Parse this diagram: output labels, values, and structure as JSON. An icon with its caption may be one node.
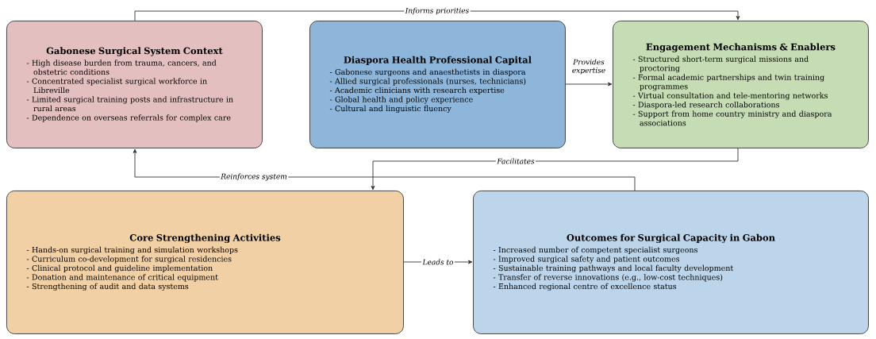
{
  "diagram": {
    "nodes": [
      {
        "text": [
          "Gabonese Surgical System Context",
          "- High disease burden from trauma, cancers, and obstetric conditions",
          "- Concentrated specialist surgical workforce in Libreville",
          "- Limited surgical training posts and infrastructure in rural areas",
          "- Dependence on overseas referrals for complex care"
        ]
      },
      {
        "text": [
          "Diaspora Health Professional Capital",
          "- Gabonese surgeons and anaesthetists in diaspora",
          "- Allied surgical professionals (nurses, technicians)",
          "- Academic clinicians with research expertise",
          "- Global health and policy experience",
          "- Cultural and linguistic fluency"
        ]
      },
      {
        "text": [
          "Engagement Mechanisms & Enablers",
          "- Structured short-term surgical missions and proctoring",
          "- Formal academic partnerships and twin training programmes",
          "- Virtual consultation and tele-mentoring networks",
          "- Diaspora-led research collaborations",
          "- Support from home country ministry and diaspora associations"
        ]
      },
      {
        "text": [
          "Core Strengthening Activities",
          "- Hands-on surgical training and simulation workshops",
          "- Curriculum co-development for surgical residencies",
          "- Clinical protocol and guideline implementation",
          "- Donation and maintenance of critical equipment",
          "- Strengthening of audit and data systems"
        ]
      },
      {
        "text": [
          "Outcomes for Surgical Capacity in Gabon",
          "- Increased number of competent specialist surgeons",
          "- Improved surgical safety and patient outcomes",
          "- Sustainable training pathways and local faculty development",
          "- Transfer of reverse innovations (e.g., low-cost techniques)",
          "- Enhanced regional centre of excellence status"
        ]
      }
    ],
    "edges": [
      {
        "from": 0,
        "to": 2,
        "arrow": "to",
        "label": "Informs priorities"
      },
      {
        "from": 1,
        "to": 2,
        "arrow": "to",
        "label": "Provides expertise"
      },
      {
        "from": 2,
        "to": 3,
        "arrow": "to",
        "label": "Facilitates"
      },
      {
        "from": 3,
        "to": 4,
        "arrow": "to",
        "label": "Leads to"
      },
      {
        "from": 4,
        "to": 0,
        "arrow": "to",
        "label": "Reinforces system"
      }
    ]
  }
}
